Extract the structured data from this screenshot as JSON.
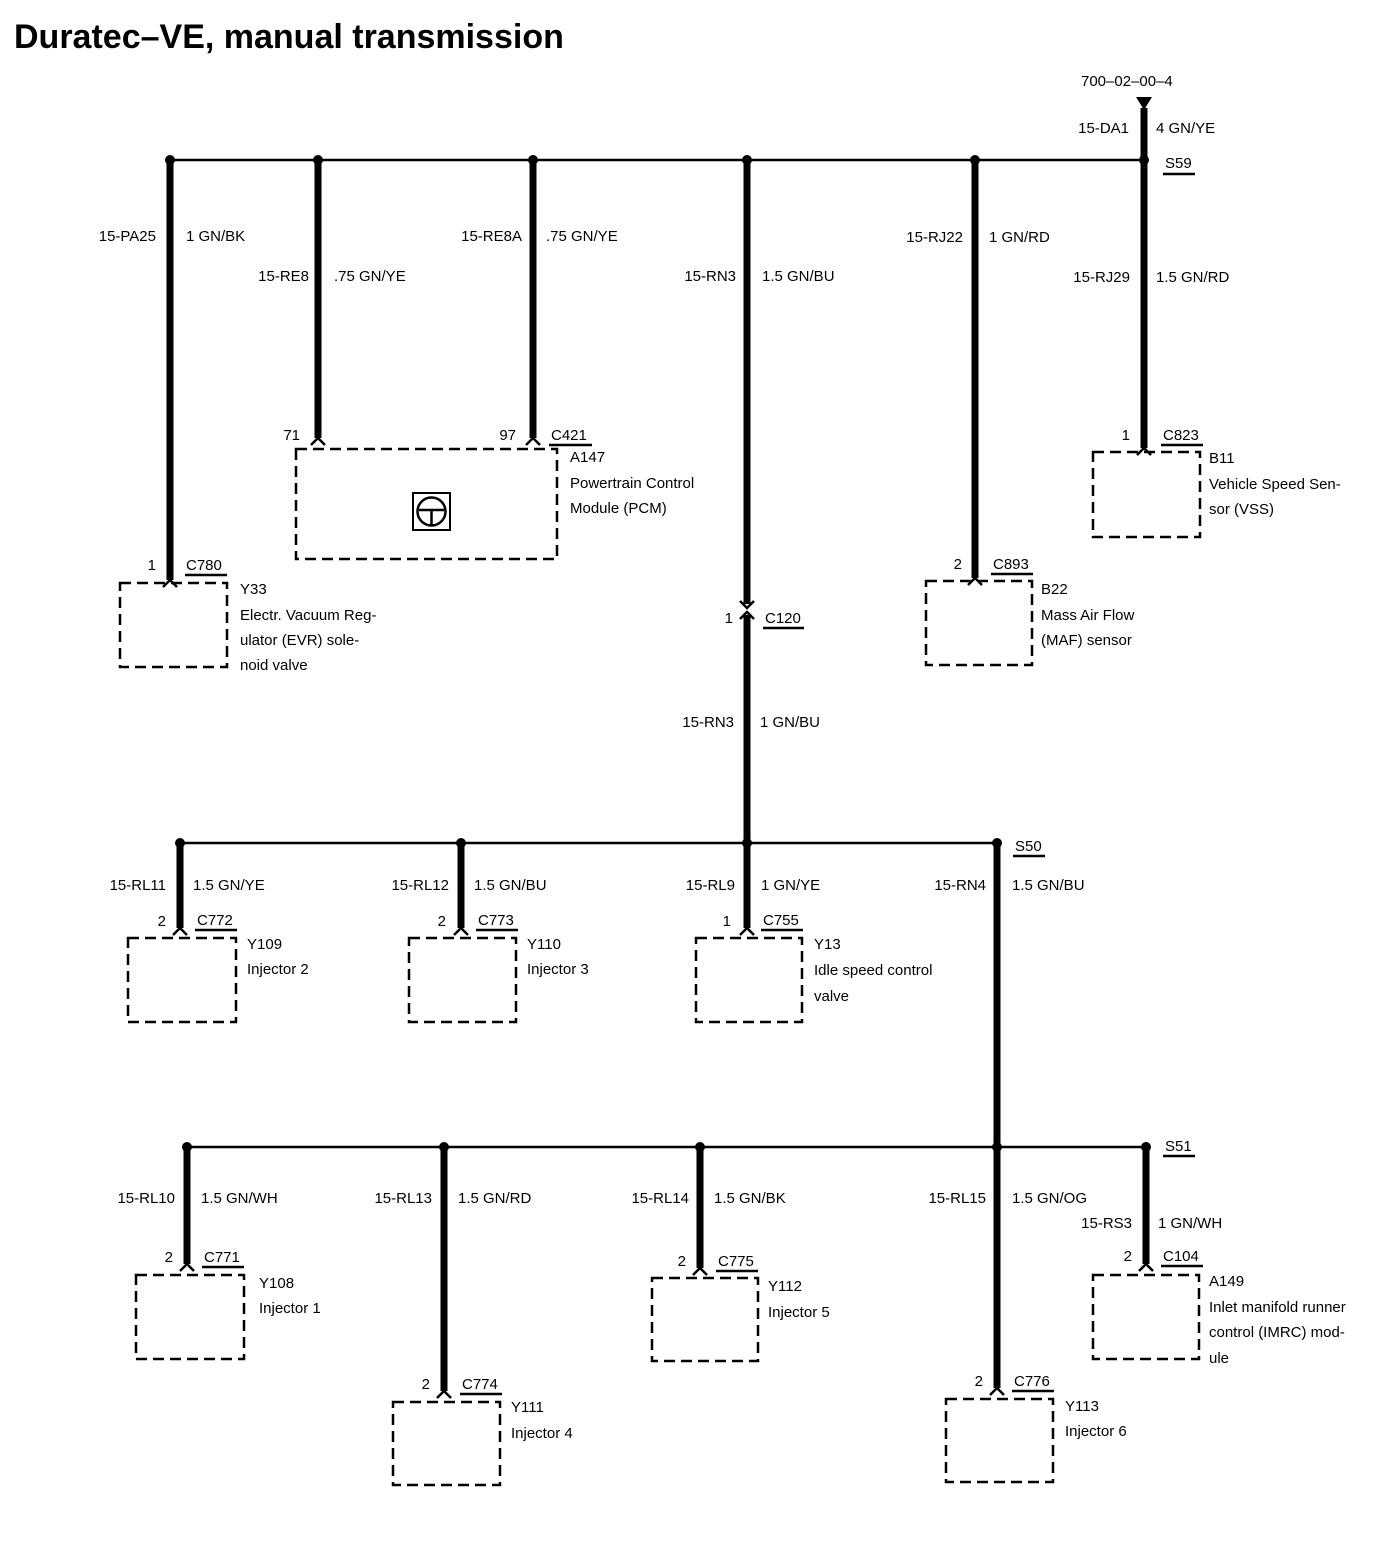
{
  "title": "Duratec–VE, manual transmission",
  "source_ref": "700–02–00–4",
  "feed": {
    "circuit": "15-DA1",
    "wire": "4 GN/YE"
  },
  "splices": {
    "s59": "S59",
    "s50": "S50",
    "s51": "S51"
  },
  "wires": {
    "pa25": {
      "circuit": "15-PA25",
      "wire": "1 GN/BK"
    },
    "re8": {
      "circuit": "15-RE8",
      "wire": ".75 GN/YE"
    },
    "re8a": {
      "circuit": "15-RE8A",
      "wire": ".75 GN/YE"
    },
    "rn3a": {
      "circuit": "15-RN3",
      "wire": "1.5 GN/BU"
    },
    "rj22": {
      "circuit": "15-RJ22",
      "wire": "1 GN/RD"
    },
    "rj29": {
      "circuit": "15-RJ29",
      "wire": "1.5 GN/RD"
    },
    "rn3b": {
      "circuit": "15-RN3",
      "wire": "1 GN/BU"
    },
    "rl11": {
      "circuit": "15-RL11",
      "wire": "1.5 GN/YE"
    },
    "rl12": {
      "circuit": "15-RL12",
      "wire": "1.5 GN/BU"
    },
    "rl9": {
      "circuit": "15-RL9",
      "wire": "1 GN/YE"
    },
    "rn4": {
      "circuit": "15-RN4",
      "wire": "1.5 GN/BU"
    },
    "rl10": {
      "circuit": "15-RL10",
      "wire": "1.5 GN/WH"
    },
    "rl13": {
      "circuit": "15-RL13",
      "wire": "1.5 GN/RD"
    },
    "rl14": {
      "circuit": "15-RL14",
      "wire": "1.5 GN/BK"
    },
    "rl15": {
      "circuit": "15-RL15",
      "wire": "1.5 GN/OG"
    },
    "rs3": {
      "circuit": "15-RS3",
      "wire": "1 GN/WH"
    }
  },
  "connectors": {
    "c780": {
      "id": "C780",
      "pin": "1"
    },
    "c421": {
      "id": "C421",
      "pin_a": "71",
      "pin_b": "97"
    },
    "c893": {
      "id": "C893",
      "pin": "2"
    },
    "c823": {
      "id": "C823",
      "pin": "1"
    },
    "c120": {
      "id": "C120",
      "pin": "1"
    },
    "c772": {
      "id": "C772",
      "pin": "2"
    },
    "c773": {
      "id": "C773",
      "pin": "2"
    },
    "c755": {
      "id": "C755",
      "pin": "1"
    },
    "c771": {
      "id": "C771",
      "pin": "2"
    },
    "c774": {
      "id": "C774",
      "pin": "2"
    },
    "c775": {
      "id": "C775",
      "pin": "2"
    },
    "c776": {
      "id": "C776",
      "pin": "2"
    },
    "c104": {
      "id": "C104",
      "pin": "2"
    }
  },
  "components": {
    "y33": {
      "id": "Y33",
      "lines": [
        "Electr. Vacuum Reg-",
        "ulator (EVR) sole-",
        "noid valve"
      ]
    },
    "a147": {
      "id": "A147",
      "lines": [
        "Powertrain Control",
        "Module (PCM)"
      ]
    },
    "b22": {
      "id": "B22",
      "lines": [
        "Mass Air Flow",
        "(MAF) sensor"
      ]
    },
    "b11": {
      "id": "B11",
      "lines": [
        "Vehicle Speed Sen-",
        "sor (VSS)"
      ]
    },
    "y109": {
      "id": "Y109",
      "lines": [
        "Injector 2"
      ]
    },
    "y110": {
      "id": "Y110",
      "lines": [
        "Injector 3"
      ]
    },
    "y13": {
      "id": "Y13",
      "lines": [
        "Idle speed control",
        "valve"
      ]
    },
    "y108": {
      "id": "Y108",
      "lines": [
        "Injector 1"
      ]
    },
    "y111": {
      "id": "Y111",
      "lines": [
        "Injector 4"
      ]
    },
    "y112": {
      "id": "Y112",
      "lines": [
        "Injector 5"
      ]
    },
    "y113": {
      "id": "Y113",
      "lines": [
        "Injector 6"
      ]
    },
    "a149": {
      "id": "A149",
      "lines": [
        "Inlet manifold runner",
        "control (IMRC) mod-",
        "ule"
      ]
    }
  }
}
